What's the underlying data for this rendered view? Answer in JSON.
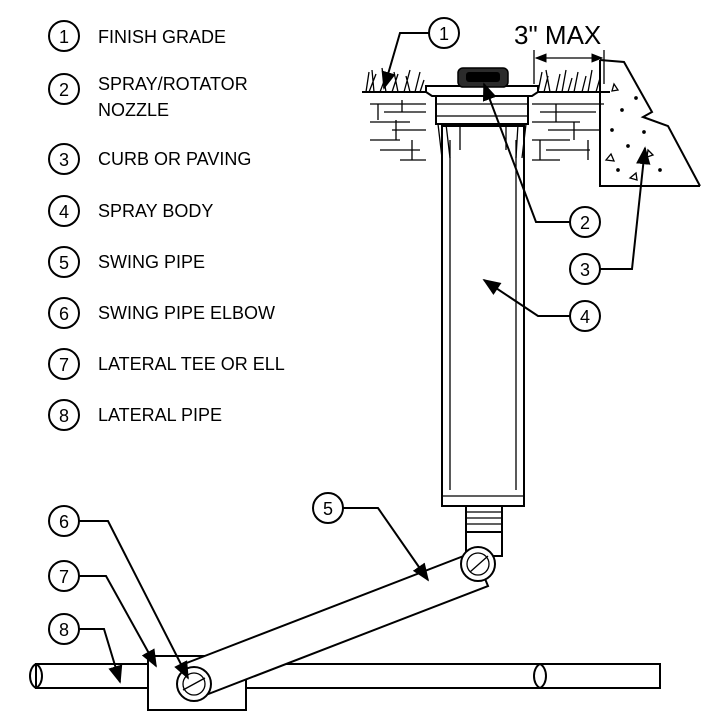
{
  "legend": [
    {
      "num": "1",
      "label_lines": [
        "FINISH GRADE"
      ]
    },
    {
      "num": "2",
      "label_lines": [
        "SPRAY/ROTATOR",
        "NOZZLE"
      ]
    },
    {
      "num": "3",
      "label_lines": [
        "CURB OR PAVING"
      ]
    },
    {
      "num": "4",
      "label_lines": [
        "SPRAY BODY"
      ]
    },
    {
      "num": "5",
      "label_lines": [
        "SWING PIPE"
      ]
    },
    {
      "num": "6",
      "label_lines": [
        "SWING PIPE ELBOW"
      ]
    },
    {
      "num": "7",
      "label_lines": [
        "LATERAL TEE OR ELL"
      ]
    },
    {
      "num": "8",
      "label_lines": [
        "LATERAL PIPE"
      ]
    }
  ],
  "callouts": {
    "c1": "1",
    "c2": "2",
    "c3": "3",
    "c4": "4",
    "c5": "5",
    "c6": "6",
    "c7": "7",
    "c8": "8"
  },
  "dimension": {
    "label": "3\" MAX"
  }
}
